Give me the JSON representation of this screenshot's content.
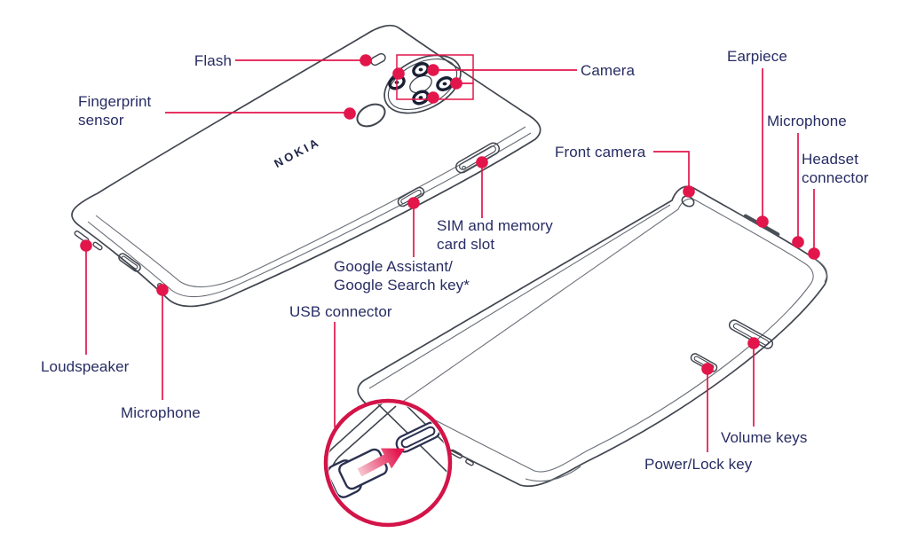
{
  "diagram": {
    "brand": "NOKIA",
    "views": [
      "back",
      "front"
    ],
    "colors": {
      "label_text": "#272c63",
      "callout_red": "#e2164b",
      "magnifier_red": "#d31448",
      "outline_gray": "#41464f",
      "logo_navy": "#1d2446",
      "background": "#ffffff"
    },
    "callouts": {
      "flash": "Flash",
      "fingerprint_sensor": "Fingerprint sensor",
      "camera": "Camera",
      "sim_slot": "SIM and memory card slot",
      "google_key_line1": "Google Assistant/",
      "google_key_line2": "Google Search key*",
      "usb_connector": "USB connector",
      "loudspeaker": "Loudspeaker",
      "microphone_bottom": "Microphone",
      "front_camera": "Front camera",
      "earpiece": "Earpiece",
      "microphone_top": "Microphone",
      "headset_connector": "Headset connector",
      "volume_keys": "Volume keys",
      "power_lock_key": "Power/Lock key"
    }
  }
}
